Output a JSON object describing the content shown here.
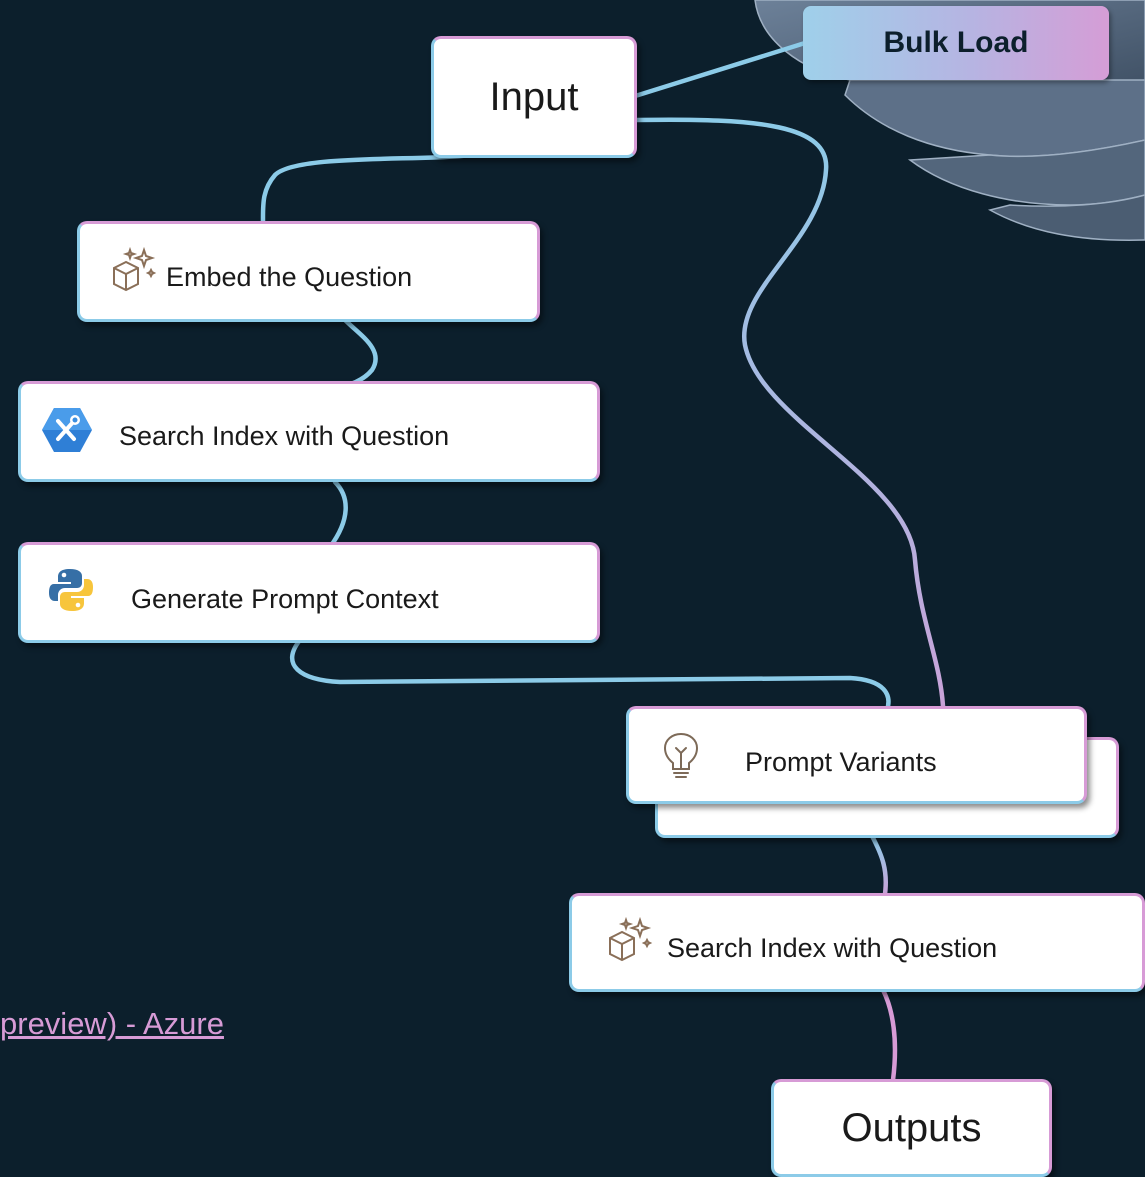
{
  "nodes": {
    "bulk_load": "Bulk Load",
    "input": "Input",
    "embed_question": "Embed the Question",
    "search_index_1": "Search Index with Question",
    "generate_prompt_context": "Generate Prompt Context",
    "prompt_variants": "Prompt Variants",
    "search_index_2": "Search Index with Question",
    "outputs": "Outputs"
  },
  "link": {
    "text": "preview) - Azure"
  },
  "colors": {
    "background": "#0c1f2c",
    "connector_blue": "#8ccbe8",
    "connector_pink": "#d79bd6",
    "node_fill": "#ffffff",
    "decor_slate": "#5c6f84"
  },
  "icons": {
    "embed_question": "cube-sparkle-icon",
    "search_index_1": "wrench-hexagon-icon",
    "generate_prompt_context": "python-icon",
    "prompt_variants": "lightbulb-icon",
    "search_index_2": "cube-sparkle-icon"
  }
}
